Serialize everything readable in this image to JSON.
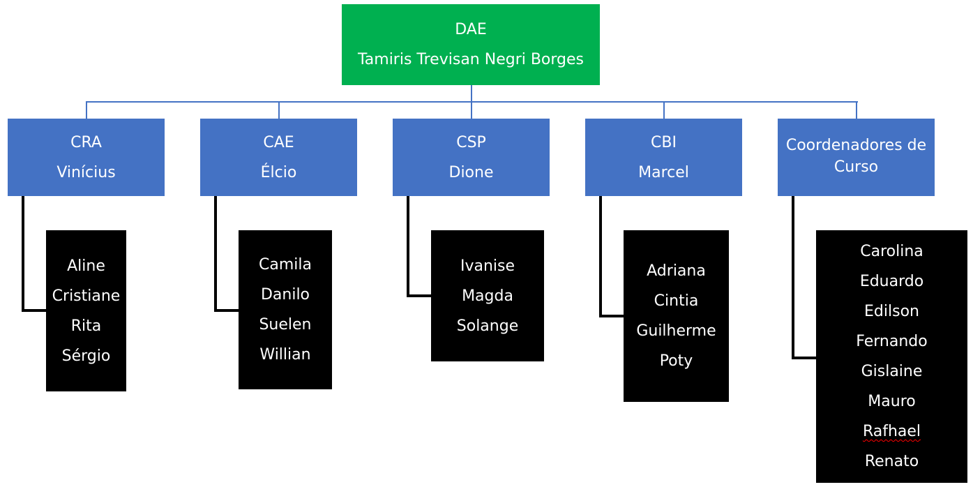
{
  "root": {
    "title": "DAE",
    "name": "Tamiris Trevisan Negri Borges"
  },
  "units": [
    {
      "title": "CRA",
      "name": "Vinícius",
      "members": [
        "Aline",
        "Cristiane",
        "Rita",
        "Sérgio"
      ]
    },
    {
      "title": "CAE",
      "name": "Élcio",
      "members": [
        "Camila",
        "Danilo",
        "Suelen",
        "Willian"
      ]
    },
    {
      "title": "CSP",
      "name": "Dione",
      "members": [
        "Ivanise",
        "Magda",
        "Solange"
      ]
    },
    {
      "title": "CBI",
      "name": "Marcel",
      "members": [
        "Adriana",
        "Cintia",
        "Guilherme",
        "Poty"
      ]
    },
    {
      "title": "Coordenadores de Curso",
      "title_lines": [
        "Coordenadores de",
        "Curso"
      ],
      "members": [
        "Carolina",
        "Eduardo",
        "Edilson",
        "Fernando",
        "Gislaine",
        "Mauro",
        "Rafhael",
        "Renato"
      ]
    }
  ],
  "colors": {
    "root": "#00b050",
    "unit": "#4472c4",
    "members": "#000000",
    "connector": "#4472c4",
    "text": "#ffffff"
  }
}
